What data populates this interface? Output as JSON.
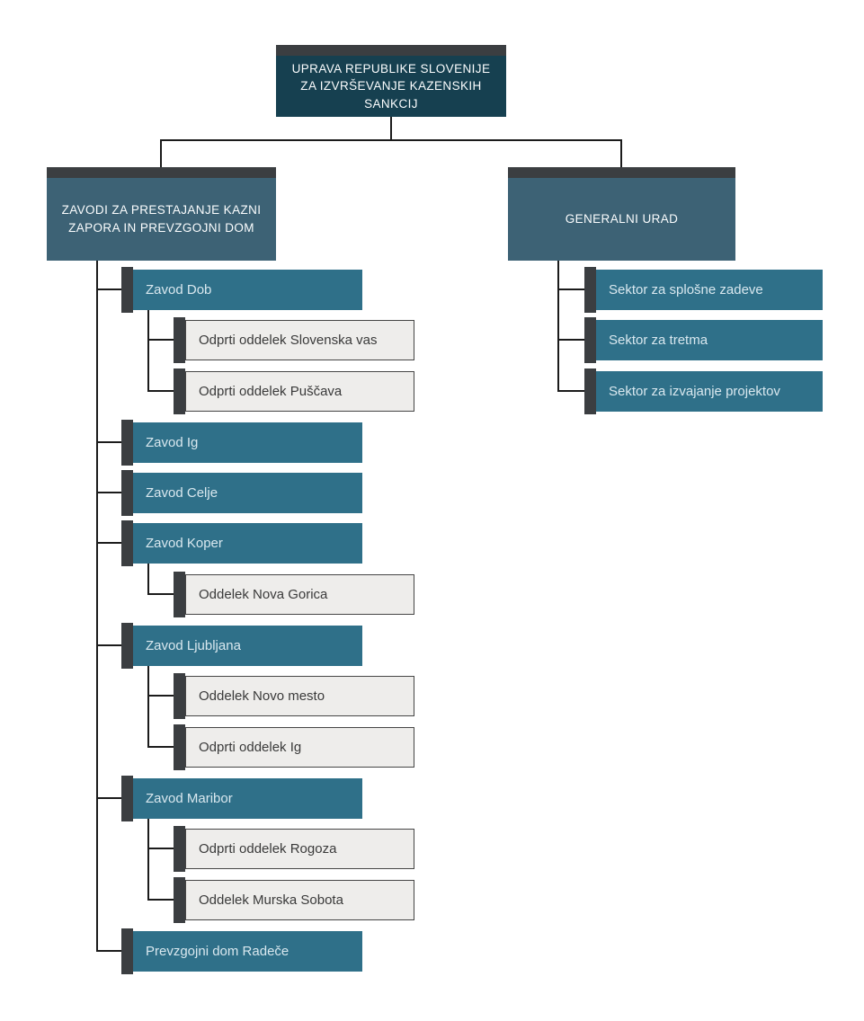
{
  "palette": {
    "header_strip": "#3b3e41",
    "root_box": "#164050",
    "branch_box": "#3d6275",
    "unit_box": "#2f7089",
    "subunit_box": "#eeedeb",
    "subunit_border": "#454545",
    "connector": "#1b1b1b",
    "light_text": "#fbfdfe",
    "dark_text": "#3a3a3a"
  },
  "org": {
    "root": {
      "label": "UPRAVA REPUBLIKE SLOVENIJE ZA IZVRŠEVANJE KAZENSKIH SANKCIJ"
    },
    "branches": [
      {
        "label": "ZAVODI ZA PRESTAJANJE KAZNI ZAPORA IN PREVZGOJNI DOM",
        "children": [
          {
            "label": "Zavod Dob",
            "children": [
              {
                "label": "Odprti oddelek Slovenska vas"
              },
              {
                "label": "Odprti oddelek Puščava"
              }
            ]
          },
          {
            "label": "Zavod Ig",
            "children": []
          },
          {
            "label": "Zavod Celje",
            "children": []
          },
          {
            "label": "Zavod Koper",
            "children": [
              {
                "label": "Oddelek Nova Gorica"
              }
            ]
          },
          {
            "label": "Zavod Ljubljana",
            "children": [
              {
                "label": "Oddelek Novo mesto"
              },
              {
                "label": "Odprti oddelek Ig"
              }
            ]
          },
          {
            "label": "Zavod Maribor",
            "children": [
              {
                "label": "Odprti oddelek Rogoza"
              },
              {
                "label": "Oddelek Murska Sobota"
              }
            ]
          },
          {
            "label": "Prevzgojni dom Radeče",
            "children": []
          }
        ]
      },
      {
        "label": "GENERALNI URAD",
        "children": [
          {
            "label": "Sektor za splošne zadeve"
          },
          {
            "label": "Sektor za tretma"
          },
          {
            "label": "Sektor za izvajanje projektov"
          }
        ]
      }
    ]
  }
}
